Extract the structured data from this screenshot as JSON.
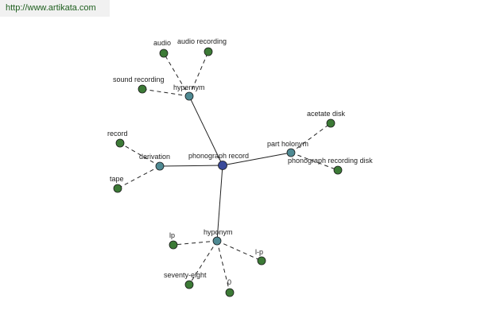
{
  "watermark": "http://www.artikata.com",
  "colors": {
    "center": "#3a4a9a",
    "relation": "#4f8a93",
    "leaf": "#3c7a36"
  },
  "nodes": [
    {
      "id": "center",
      "label": "phonograph record",
      "kind": "center"
    },
    {
      "id": "hypernym",
      "label": "hypernym",
      "kind": "relation"
    },
    {
      "id": "derivation",
      "label": "derivation",
      "kind": "relation"
    },
    {
      "id": "part-holonym",
      "label": "part holonym",
      "kind": "relation"
    },
    {
      "id": "hyponym",
      "label": "hyponym",
      "kind": "relation"
    },
    {
      "id": "audio",
      "label": "audio",
      "kind": "leaf"
    },
    {
      "id": "audio-recording",
      "label": "audio recording",
      "kind": "leaf"
    },
    {
      "id": "sound-recording",
      "label": "sound recording",
      "kind": "leaf"
    },
    {
      "id": "record",
      "label": "record",
      "kind": "leaf"
    },
    {
      "id": "tape",
      "label": "tape",
      "kind": "leaf"
    },
    {
      "id": "acetate-disk",
      "label": "acetate disk",
      "kind": "leaf"
    },
    {
      "id": "phonograph-recording-disk",
      "label": "phonograph recording disk",
      "kind": "leaf"
    },
    {
      "id": "lp",
      "label": "lp",
      "kind": "leaf"
    },
    {
      "id": "l-p",
      "label": "l-p",
      "kind": "leaf"
    },
    {
      "id": "seventy-eight",
      "label": "seventy-eight",
      "kind": "leaf"
    },
    {
      "id": "zero",
      "label": "0",
      "kind": "leaf"
    }
  ],
  "edges": [
    {
      "from": "center",
      "to": "hypernym",
      "style": "solid"
    },
    {
      "from": "center",
      "to": "derivation",
      "style": "solid"
    },
    {
      "from": "center",
      "to": "part-holonym",
      "style": "solid"
    },
    {
      "from": "center",
      "to": "hyponym",
      "style": "solid"
    },
    {
      "from": "hypernym",
      "to": "audio",
      "style": "dashed"
    },
    {
      "from": "hypernym",
      "to": "audio-recording",
      "style": "dashed"
    },
    {
      "from": "hypernym",
      "to": "sound-recording",
      "style": "dashed"
    },
    {
      "from": "derivation",
      "to": "record",
      "style": "dashed"
    },
    {
      "from": "derivation",
      "to": "tape",
      "style": "dashed"
    },
    {
      "from": "part-holonym",
      "to": "acetate-disk",
      "style": "dashed"
    },
    {
      "from": "part-holonym",
      "to": "phonograph-recording-disk",
      "style": "dashed"
    },
    {
      "from": "hyponym",
      "to": "lp",
      "style": "dashed"
    },
    {
      "from": "hyponym",
      "to": "l-p",
      "style": "dashed"
    },
    {
      "from": "hyponym",
      "to": "seventy-eight",
      "style": "dashed"
    },
    {
      "from": "hyponym",
      "to": "zero",
      "style": "dashed"
    }
  ]
}
